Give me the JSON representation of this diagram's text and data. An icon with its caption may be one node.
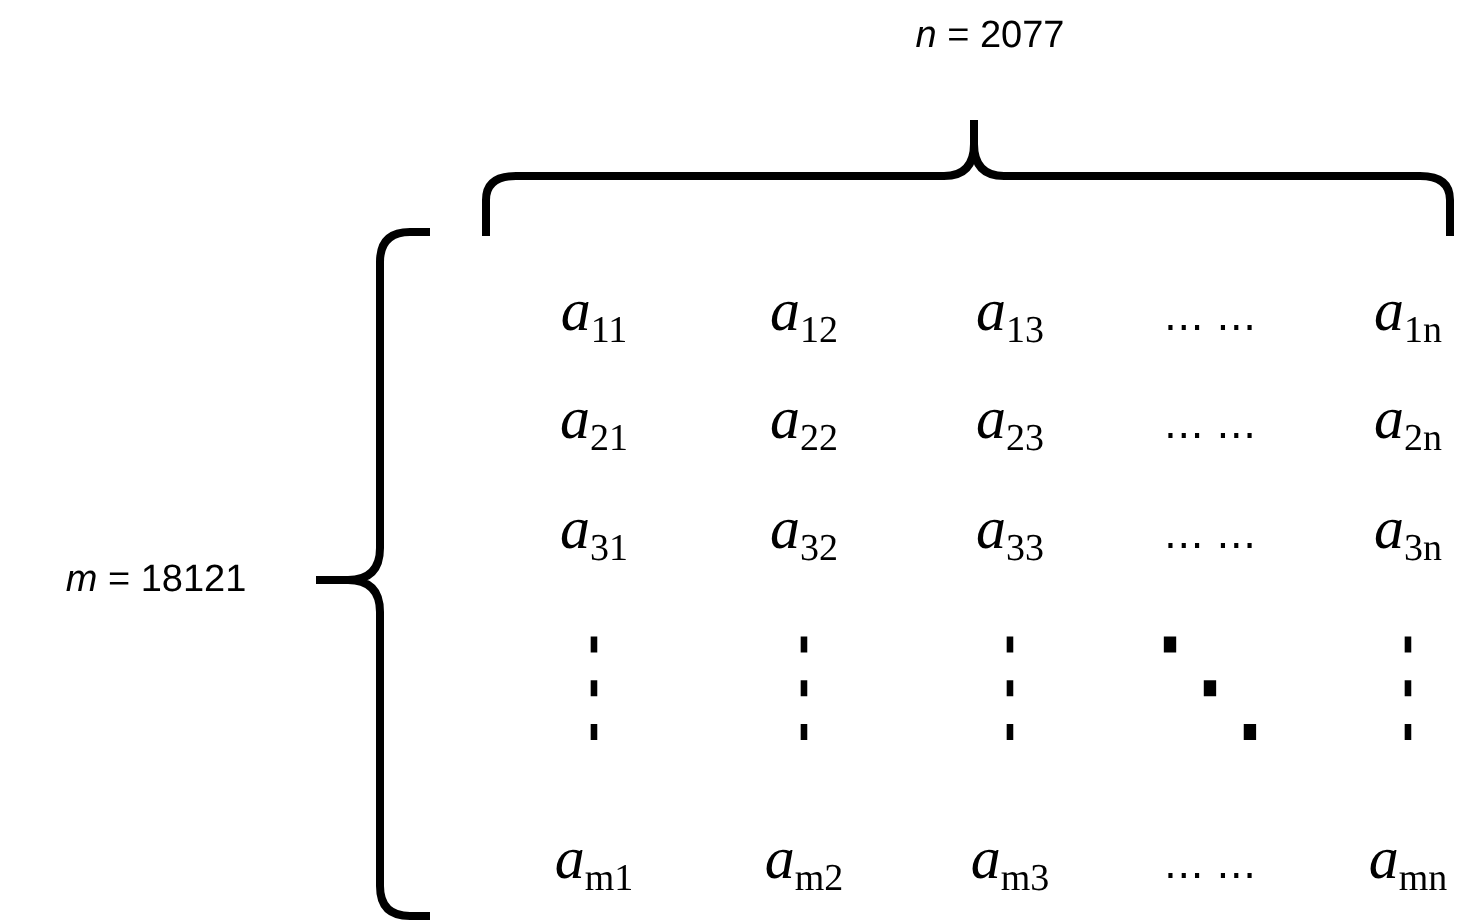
{
  "diagram": {
    "labels": [
      "*n* = 2077",
      "*a*$_{11}$",
      "*a*$_{12}$",
      "*a*$_{13}$",
      "… …",
      "*a*$_{1n}$",
      "*a*$_{21}$",
      "*a*$_{22}$",
      "*a*$_{23}$",
      "… …",
      "*a*$_{2n}$",
      "*a*$_{31}$",
      "*a*$_{32}$",
      "*a*$_{33}$",
      "… …",
      "*a*$_{3n}$",
      "*m* = 18121",
      "⋮",
      "⋮",
      "⋮",
      "⋱",
      "⋮",
      "*a*$_{m1}$",
      "*a*$_{m2}$",
      "*a*$_{m3}$",
      "… …",
      "*a*$_{mn}$"
    ]
  }
}
